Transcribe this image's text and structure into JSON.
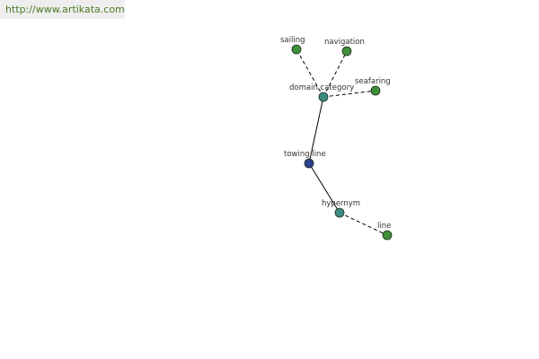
{
  "source": {
    "url_text": "http://www.artikata.com"
  },
  "colors": {
    "center": "#2e3f8f",
    "relation": "#3c8a80",
    "leaf": "#3f8f3a",
    "link": "#4b7a24"
  },
  "graph": {
    "nodes": [
      {
        "id": "towing-line",
        "label": "towing line",
        "kind": "center"
      },
      {
        "id": "domain-category",
        "label": "domain category",
        "kind": "relation"
      },
      {
        "id": "hypernym",
        "label": "hypernym",
        "kind": "relation"
      },
      {
        "id": "sailing",
        "label": "sailing",
        "kind": "leaf"
      },
      {
        "id": "navigation",
        "label": "navigation",
        "kind": "leaf"
      },
      {
        "id": "seafaring",
        "label": "seafaring",
        "kind": "leaf"
      },
      {
        "id": "line",
        "label": "line",
        "kind": "leaf"
      }
    ],
    "edges": [
      {
        "from": "towing-line",
        "to": "domain-category",
        "style": "solid"
      },
      {
        "from": "towing-line",
        "to": "hypernym",
        "style": "solid"
      },
      {
        "from": "domain-category",
        "to": "sailing",
        "style": "dashed"
      },
      {
        "from": "domain-category",
        "to": "navigation",
        "style": "dashed"
      },
      {
        "from": "domain-category",
        "to": "seafaring",
        "style": "dashed"
      },
      {
        "from": "hypernym",
        "to": "line",
        "style": "dashed"
      }
    ]
  }
}
